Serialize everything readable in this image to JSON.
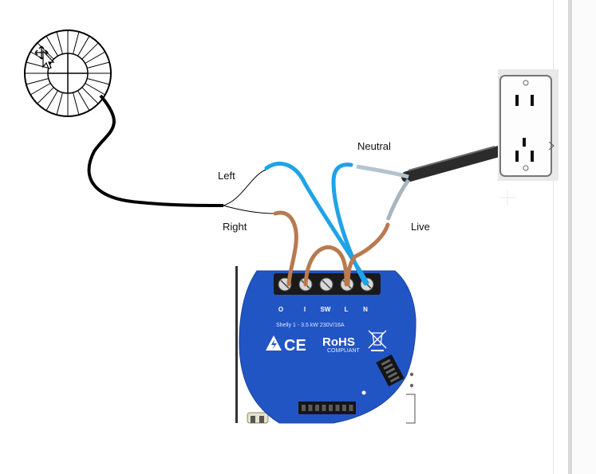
{
  "diagram": {
    "labels": {
      "left": "Left",
      "right": "Right",
      "neutral": "Neutral",
      "live": "Live"
    },
    "relay": {
      "terminals": [
        "O",
        "I",
        "SW",
        "L",
        "N"
      ],
      "rating": "Shelly 1 - 3.5 kW 230V/16A",
      "ce": "CE",
      "rohs": "RoHS",
      "rohs_sub": "COMPLIANT"
    },
    "colors": {
      "relay_blue": "#2255c4",
      "wire_blue": "#1fa3e6",
      "wire_brown": "#b87a4f",
      "wire_black": "#000000",
      "cable_dark": "#2b2b2b"
    },
    "icons": [
      "light-fixture-icon",
      "wall-outlet-icon",
      "move-cursor-icon"
    ]
  }
}
